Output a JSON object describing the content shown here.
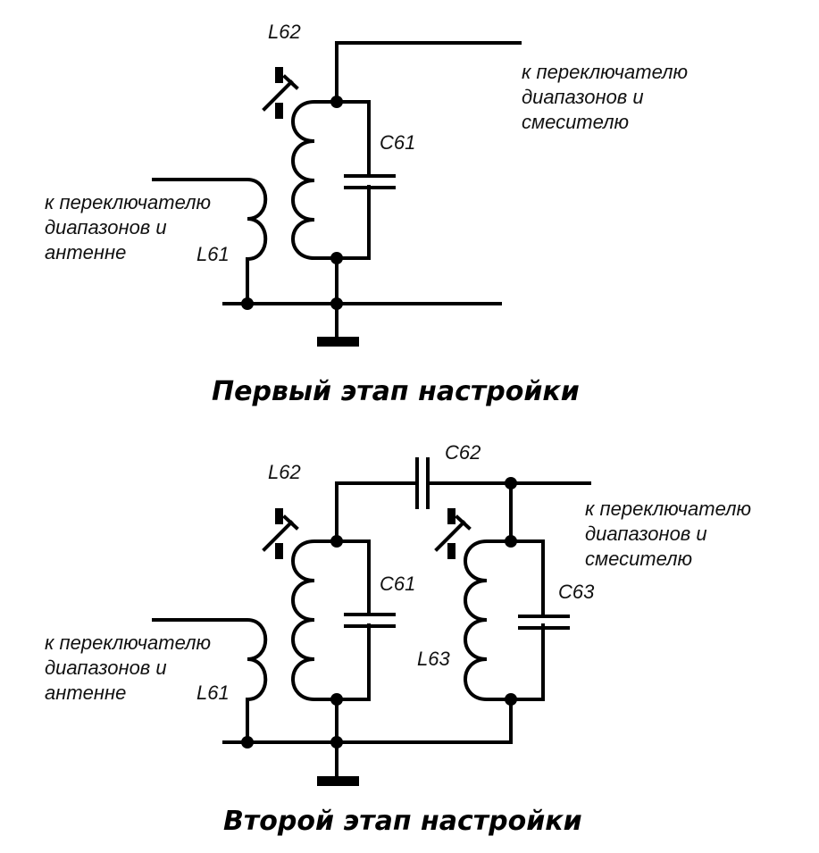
{
  "stage1": {
    "title": "Первый этап настройки",
    "labels": {
      "L62": "L62",
      "C61": "C61",
      "L61": "L61"
    },
    "note_right": [
      "к переключателю",
      "диапазонов и",
      "смесителю"
    ],
    "note_left": [
      "к переключателю",
      "диапазонов и",
      "антенне"
    ]
  },
  "stage2": {
    "title": "Второй этап настройки",
    "labels": {
      "L62": "L62",
      "C61": "C61",
      "L61": "L61",
      "C62": "C62",
      "C63": "C63",
      "L63": "L63"
    },
    "note_right": [
      "к переключателю",
      "диапазонов и",
      "смесителю"
    ],
    "note_left": [
      "к переключателю",
      "диапазонов и",
      "антенне"
    ]
  },
  "colors": {
    "ink": "#000000",
    "background": "#ffffff"
  }
}
